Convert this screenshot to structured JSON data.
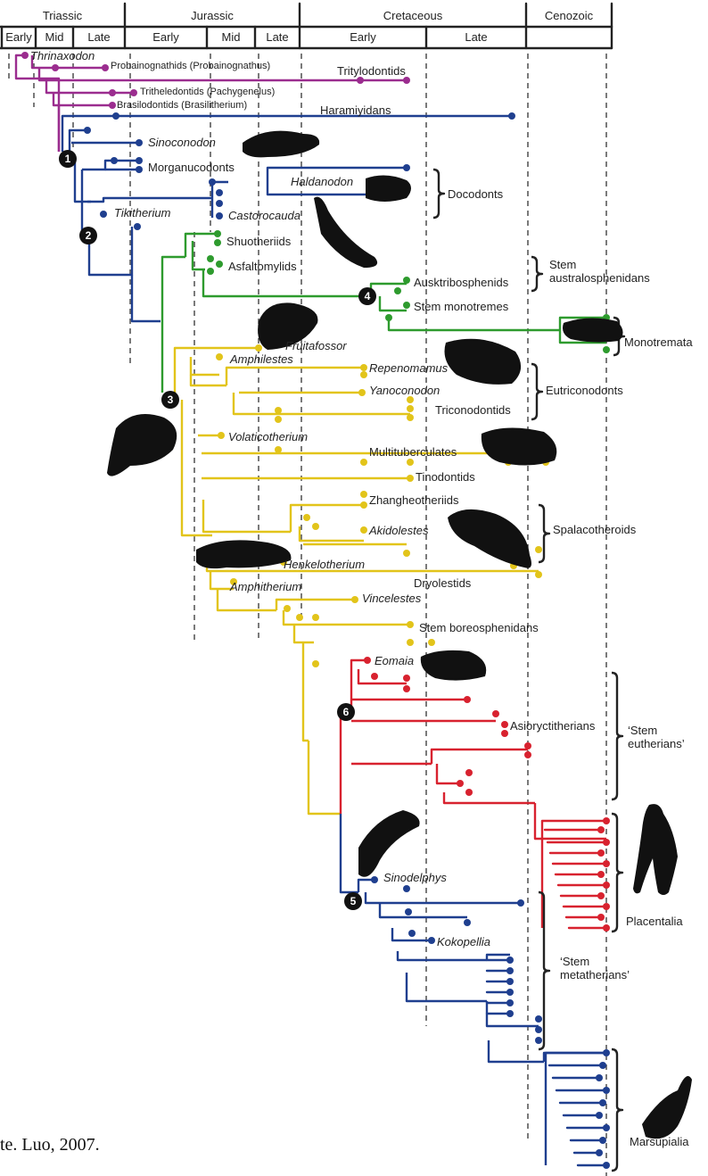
{
  "periods": [
    "Triassic",
    "Jurassic",
    "Cretaceous",
    "Cenozoic"
  ],
  "epochs": [
    "Early",
    "Mid",
    "Late",
    "Early",
    "Mid",
    "Late",
    "Early",
    "Late"
  ],
  "nodes": [
    "1",
    "2",
    "3",
    "4",
    "5",
    "6"
  ],
  "colors": {
    "basal": "#9b2d8f",
    "blue": "#1f3f8f",
    "green": "#2e9b2e",
    "yellow": "#e2c41a",
    "red": "#d8222f",
    "silhouette": "#111111"
  },
  "labels": {
    "thrinaxodon": "Thrinaxodon",
    "probainognathids": "Probainognathids (Probainognathus)",
    "tritylodontids": "Tritylodontids",
    "tritheledontids": "Tritheledontids (Pachygenelus)",
    "brasilodontids": "Brasilodontids (Brasilitherium)",
    "haramiyidans": "Haramiyidans",
    "sinoconodon": "Sinoconodon",
    "morganucodonts": "Morganucodonts",
    "haldanodon": "Haldanodon",
    "docodonts": "Docodonts",
    "tikitherium": "Tikitherium",
    "castorocauda": "Castorocauda",
    "shuotheriids": "Shuotheriids",
    "asfaltomylids": "Asfaltomylids",
    "stem_austral": "Stem\naustralosphenidans",
    "ausktribosphenids": "Ausktribosphenids",
    "stem_monotremes": "Stem monotremes",
    "monotremata": "Monotremata",
    "fruitafossor": "Fruitafossor",
    "amphilestes": "Amphilestes",
    "repenomamus": "Repenomamus",
    "yanoconodon": "Yanoconodon",
    "eutriconodonts": "Eutriconodonts",
    "triconodontids": "Triconodontids",
    "volaticotherium": "Volaticotherium",
    "multituberculates": "Multituberculates",
    "tinodontids": "Tinodontids",
    "zhangheotheriids": "Zhangheotheriids",
    "akidolestes": "Akidolestes",
    "spalacotheroids": "Spalacotheroids",
    "henkelotherium": "Henkelotherium",
    "dryolestids": "Dryolestids",
    "amphitherium": "Amphitherium",
    "vincelestes": "Vincelestes",
    "stem_boreo": "Stem boreosphenidans",
    "eomaia": "Eomaia",
    "asioryctitherians": "Asioryctitherians",
    "stem_eutherians": "‘Stem\neutherians’",
    "placentalia": "Placentalia",
    "sinodelphys": "Sinodelphys",
    "kokopellia": "Kokopellia",
    "stem_metatherians": "‘Stem\nmetatherians’",
    "marsupialia": "Marsupialia"
  },
  "caption": "te. Luo, 2007."
}
